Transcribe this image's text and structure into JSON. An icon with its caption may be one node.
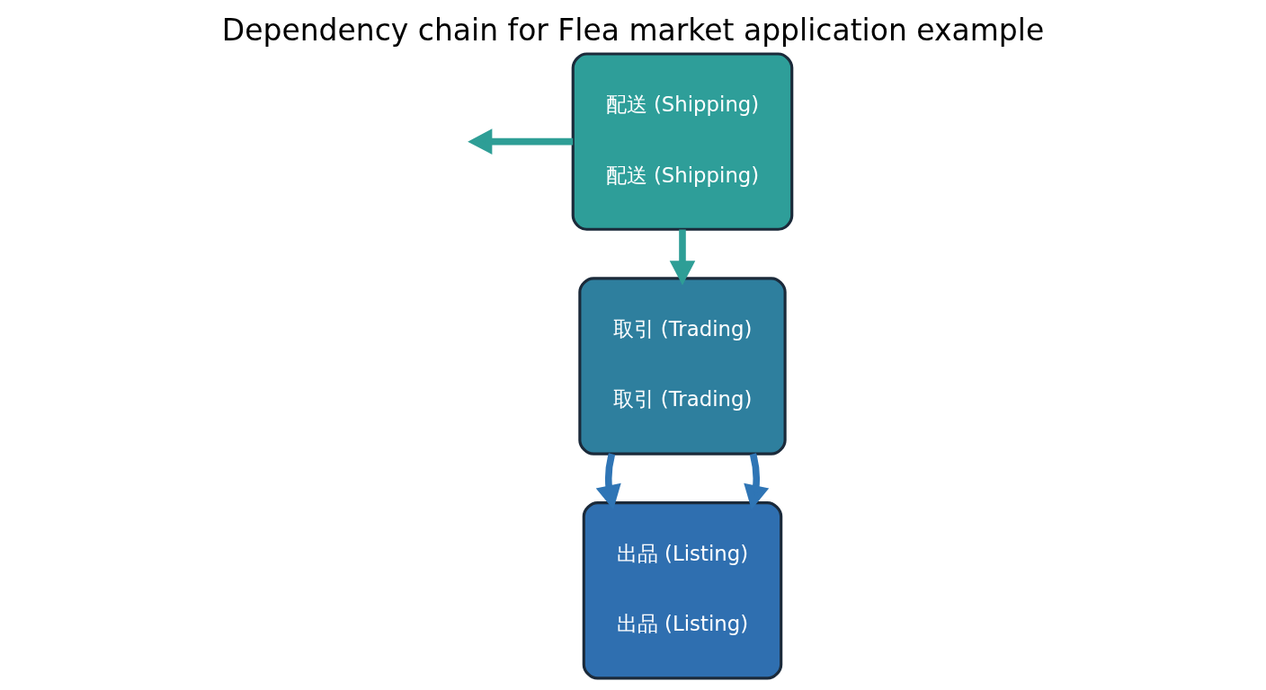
{
  "diagram": {
    "title": "Dependency chain for Flea market application example",
    "nodes": [
      {
        "text": [
          "出品 (Listing)",
          "出品 (Listing)"
        ]
      },
      {
        "text": [
          "取引 (Trading)",
          "取引 (Trading)"
        ]
      },
      {
        "text": [
          "配送 (Shipping)",
          "配送 (Shipping)"
        ]
      }
    ],
    "edges": [
      {
        "from": 1,
        "to": 0,
        "arrow": "to"
      },
      {
        "from": 2,
        "to": 1,
        "arrow": "to",
        "color": "#2e9e96"
      },
      {
        "from": 1,
        "to": 0,
        "arrow": "to"
      },
      {
        "from": 2,
        "to": null,
        "arrow": "to",
        "color": "#2e9e96"
      }
    ]
  }
}
